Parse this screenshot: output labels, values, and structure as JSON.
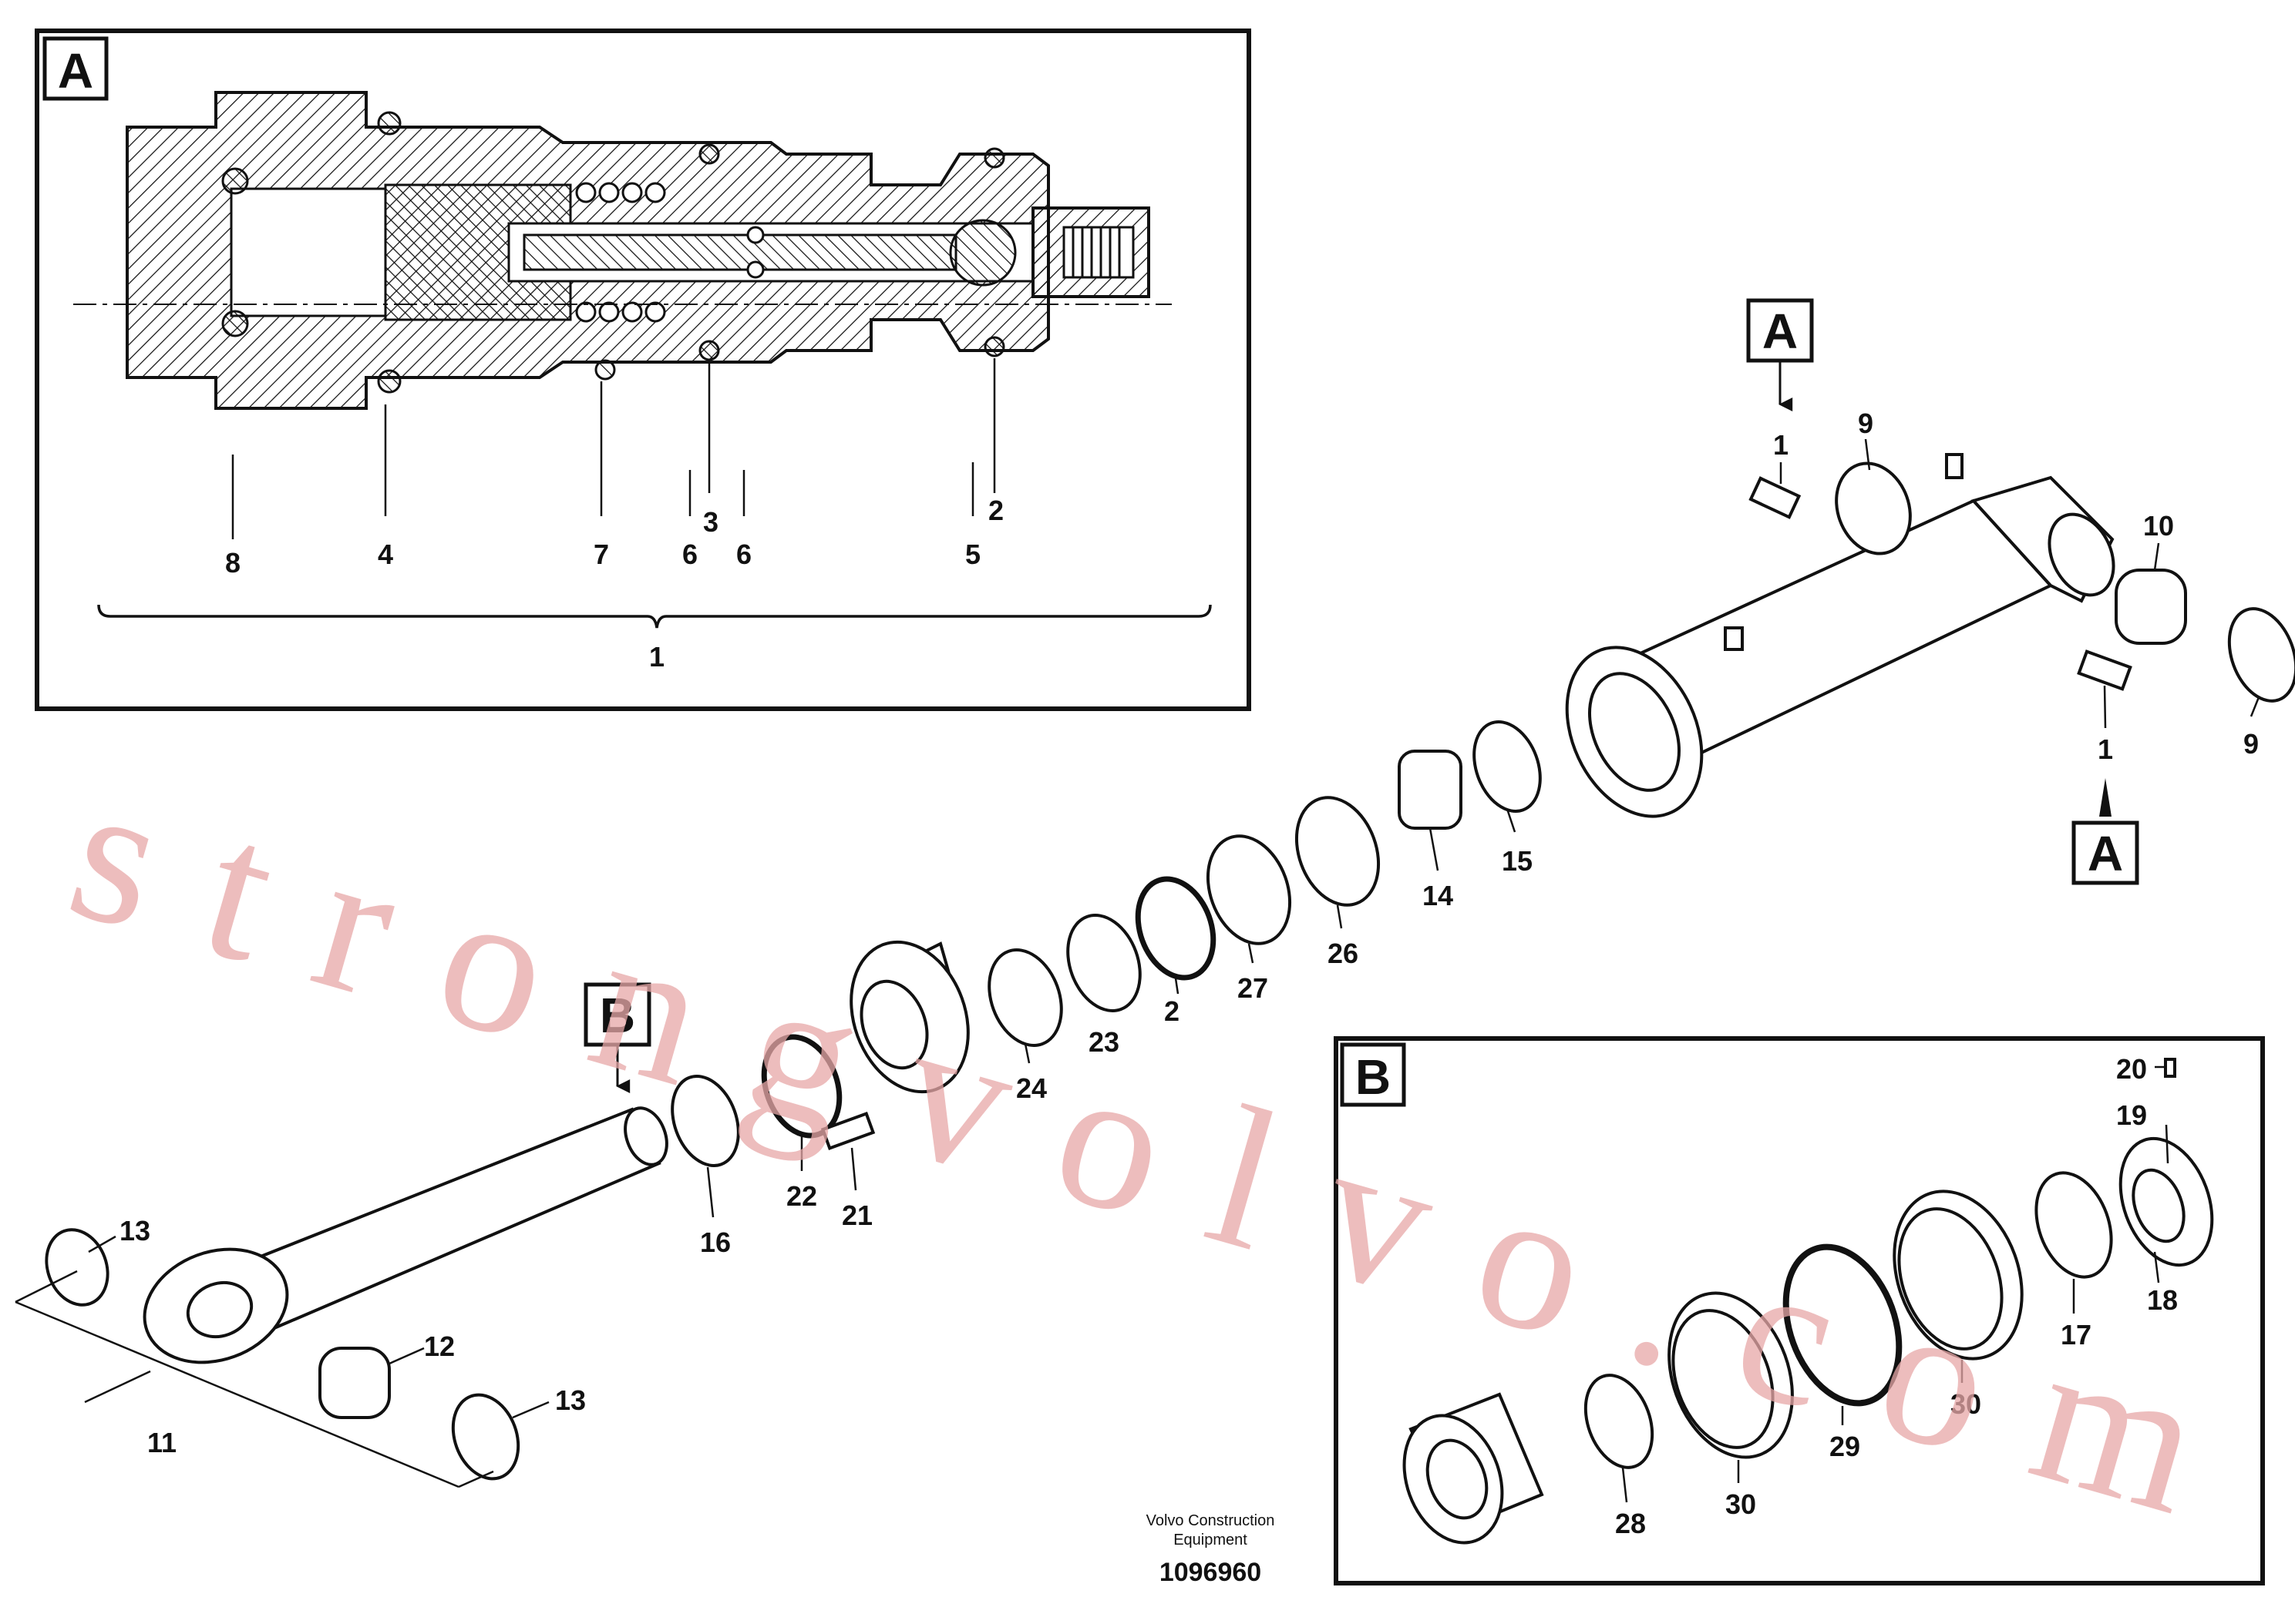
{
  "detail_a": {
    "label": "A",
    "callouts": [
      "8",
      "4",
      "7",
      "6",
      "3",
      "6",
      "5",
      "2",
      "1"
    ]
  },
  "detail_b": {
    "label": "B",
    "callouts": [
      "20",
      "19",
      "18",
      "17",
      "30",
      "29",
      "30",
      "28"
    ]
  },
  "main": {
    "marker_a_top": "A",
    "marker_a_bottom": "A",
    "marker_b": "B",
    "callouts": [
      "9",
      "1",
      "10",
      "9",
      "1",
      "15",
      "14",
      "26",
      "27",
      "2",
      "23",
      "24",
      "22",
      "21",
      "16",
      "13",
      "12",
      "13",
      "11"
    ]
  },
  "watermark": "strongvolvo.com",
  "footer": {
    "company": "Volvo Construction",
    "company_line2": "Equipment",
    "doc_number": "1096960"
  },
  "colors": {
    "line": "#111111",
    "watermark": "#e8a8a8"
  }
}
